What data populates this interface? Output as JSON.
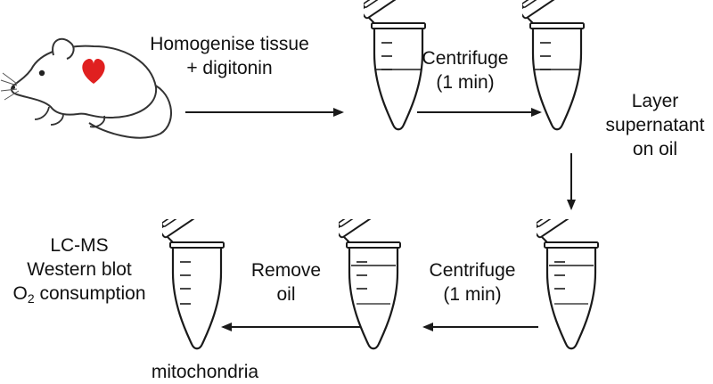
{
  "colors": {
    "liquid_blue": "#b7c6e6",
    "pellet_tan": "#e8b887",
    "pellet_brown": "#7a4a26",
    "heart_red": "#e02020",
    "line_color": "#1a1a1a",
    "oil_light": "#e6ecf7"
  },
  "icons": {
    "mouse": "mouse-icon",
    "heart": "heart-icon",
    "tube": "tube-icon",
    "arrow": "arrow-icon"
  },
  "steps": {
    "homogenise": {
      "line1": "Homogenise tissue",
      "line2": "+ digitonin"
    },
    "centrifuge1": {
      "line1": "Centrifuge",
      "line2": "(1 min)"
    },
    "layer": {
      "line1": "Layer",
      "line2": "supernatant",
      "line3": "on oil"
    },
    "centrifuge2": {
      "line1": "Centrifuge",
      "line2": "(1 min)"
    },
    "remove_oil": {
      "line1": "Remove",
      "line2": "oil"
    }
  },
  "analysis": {
    "line1": "LC-MS",
    "line2": "Western blot",
    "o2_prefix": "O",
    "o2_subscript": "2",
    "o2_suffix": " consumption"
  },
  "bottom_label": "mitochondria"
}
